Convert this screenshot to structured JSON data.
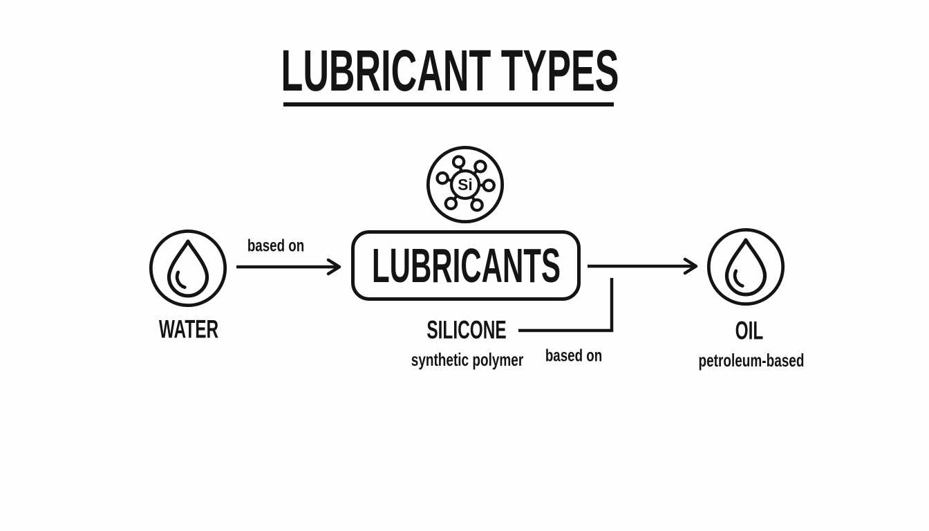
{
  "title": {
    "text": "LUBRICANT TYPES"
  },
  "center_node": {
    "label": "LUBRICANTS"
  },
  "molecule": {
    "symbol": "Si"
  },
  "nodes": {
    "water": {
      "label": "WATER"
    },
    "silicone": {
      "label": "SILICONE",
      "sublabel": "synthetic polymer"
    },
    "oil": {
      "label": "OIL",
      "sublabel": "petroleum-based"
    }
  },
  "edges": {
    "water_to_lubricants": {
      "label": "based on"
    },
    "silicone_to_lubricants": {
      "label": "based on"
    }
  },
  "icons": {
    "molecule": "silicone-molecule-icon",
    "water": "water-drop-icon",
    "oil": "oil-drop-icon"
  },
  "colors": {
    "ink": "#141414",
    "background": "#fefefe"
  }
}
